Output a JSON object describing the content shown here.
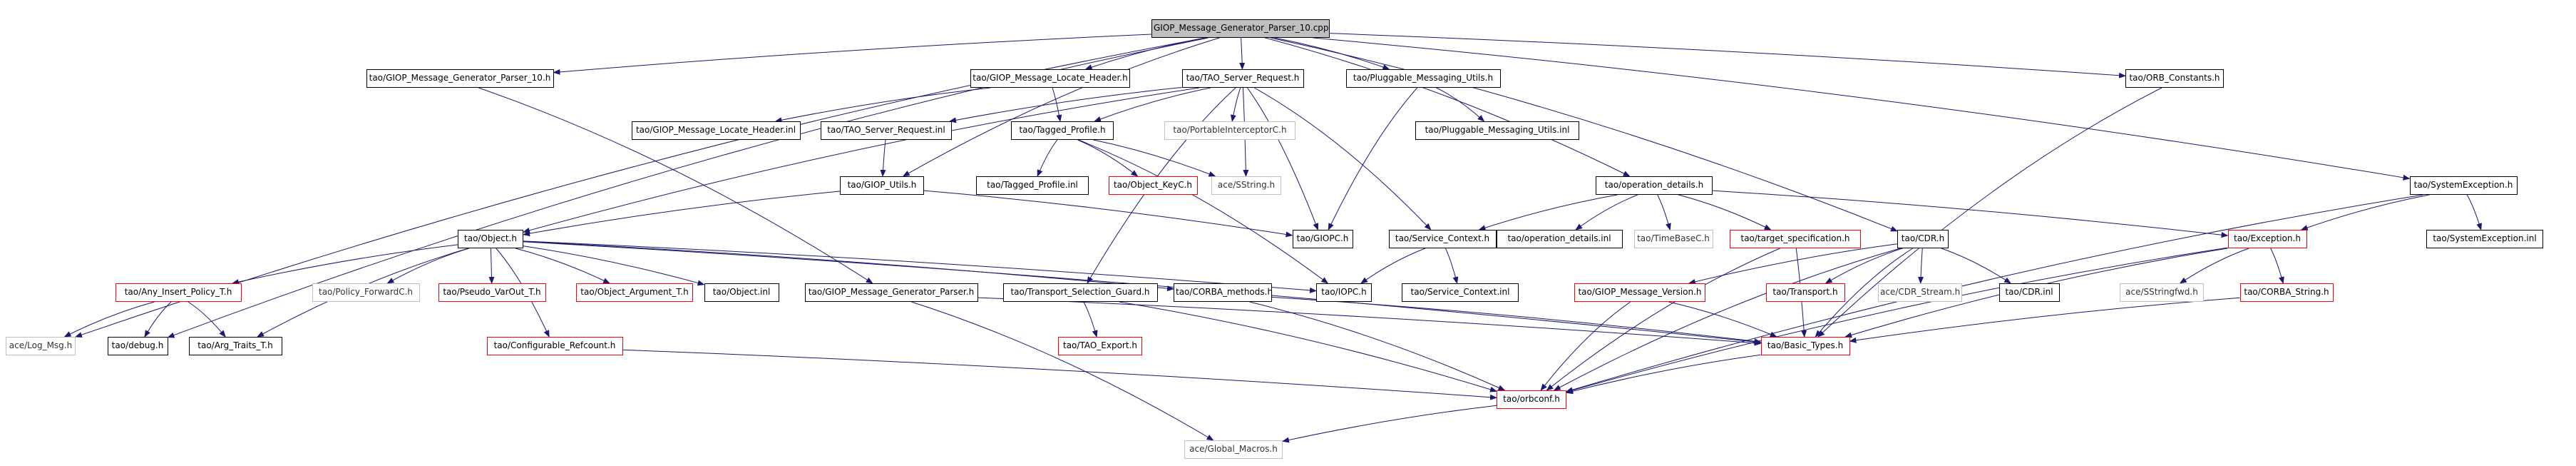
{
  "graph": {
    "colors": {
      "edge": "#191970",
      "border": "#000000",
      "undocumented": "#ff0000",
      "external": "#bfbfbf",
      "root_fill": "#bfbfbf"
    },
    "nodes": [
      {
        "id": "root",
        "label": "GIOP_Message_Generator_Parser_10.cpp",
        "kind": "root"
      },
      {
        "id": "gmgp10h",
        "label": "tao/GIOP_Message_Generator_Parser_10.h",
        "kind": "doc"
      },
      {
        "id": "gmlh",
        "label": "tao/GIOP_Message_Locate_Header.h",
        "kind": "doc"
      },
      {
        "id": "tsrh",
        "label": "tao/TAO_Server_Request.h",
        "kind": "doc"
      },
      {
        "id": "pmuh",
        "label": "tao/Pluggable_Messaging_Utils.h",
        "kind": "doc"
      },
      {
        "id": "orbch",
        "label": "tao/ORB_Constants.h",
        "kind": "doc"
      },
      {
        "id": "gmlhi",
        "label": "tao/GIOP_Message_Locate_Header.inl",
        "kind": "doc"
      },
      {
        "id": "tsri",
        "label": "tao/TAO_Server_Request.inl",
        "kind": "doc"
      },
      {
        "id": "tph",
        "label": "tao/Tagged_Profile.h",
        "kind": "doc"
      },
      {
        "id": "pic",
        "label": "tao/PortableInterceptorC.h",
        "kind": "ext"
      },
      {
        "id": "pmui",
        "label": "tao/Pluggable_Messaging_Utils.inl",
        "kind": "doc"
      },
      {
        "id": "gutilh",
        "label": "tao/GIOP_Utils.h",
        "kind": "doc"
      },
      {
        "id": "tpi",
        "label": "tao/Tagged_Profile.inl",
        "kind": "doc"
      },
      {
        "id": "okch",
        "label": "tao/Object_KeyC.h",
        "kind": "red"
      },
      {
        "id": "sstr",
        "label": "ace/SString.h",
        "kind": "ext"
      },
      {
        "id": "opdh",
        "label": "tao/operation_details.h",
        "kind": "doc"
      },
      {
        "id": "seh",
        "label": "tao/SystemException.h",
        "kind": "doc"
      },
      {
        "id": "objh",
        "label": "tao/Object.h",
        "kind": "doc"
      },
      {
        "id": "giopch",
        "label": "tao/GIOPC.h",
        "kind": "doc"
      },
      {
        "id": "scth",
        "label": "tao/Service_Context.h",
        "kind": "doc"
      },
      {
        "id": "opdi",
        "label": "tao/operation_details.inl",
        "kind": "doc"
      },
      {
        "id": "tbch",
        "label": "tao/TimeBaseC.h",
        "kind": "ext"
      },
      {
        "id": "tgtsp",
        "label": "tao/target_specification.h",
        "kind": "red"
      },
      {
        "id": "cdrh",
        "label": "tao/CDR.h",
        "kind": "doc"
      },
      {
        "id": "exch",
        "label": "tao/Exception.h",
        "kind": "red"
      },
      {
        "id": "sei",
        "label": "tao/SystemException.inl",
        "kind": "doc"
      },
      {
        "id": "aip",
        "label": "tao/Any_Insert_Policy_T.h",
        "kind": "red"
      },
      {
        "id": "pfwd",
        "label": "tao/Policy_ForwardC.h",
        "kind": "ext"
      },
      {
        "id": "pvo",
        "label": "tao/Pseudo_VarOut_T.h",
        "kind": "red"
      },
      {
        "id": "oat",
        "label": "tao/Object_Argument_T.h",
        "kind": "red"
      },
      {
        "id": "obji",
        "label": "tao/Object.inl",
        "kind": "doc"
      },
      {
        "id": "gmgph",
        "label": "tao/GIOP_Message_Generator_Parser.h",
        "kind": "doc"
      },
      {
        "id": "tsg",
        "label": "tao/Transport_Selection_Guard.h",
        "kind": "doc"
      },
      {
        "id": "cmh",
        "label": "tao/CORBA_methods.h",
        "kind": "doc"
      },
      {
        "id": "iiop",
        "label": "tao/IOPC.h",
        "kind": "doc"
      },
      {
        "id": "scti",
        "label": "tao/Service_Context.inl",
        "kind": "doc"
      },
      {
        "id": "gmvh",
        "label": "tao/GIOP_Message_Version.h",
        "kind": "red"
      },
      {
        "id": "trh",
        "label": "tao/Transport.h",
        "kind": "red"
      },
      {
        "id": "cdrs",
        "label": "ace/CDR_Stream.h",
        "kind": "ext"
      },
      {
        "id": "cdri",
        "label": "tao/CDR.inl",
        "kind": "doc"
      },
      {
        "id": "ssfwd",
        "label": "ace/SStringfwd.h",
        "kind": "ext"
      },
      {
        "id": "cstr",
        "label": "tao/CORBA_String.h",
        "kind": "red"
      },
      {
        "id": "alog",
        "label": "ace/Log_Msg.h",
        "kind": "ext"
      },
      {
        "id": "dbg",
        "label": "tao/debug.h",
        "kind": "doc"
      },
      {
        "id": "att",
        "label": "tao/Arg_Traits_T.h",
        "kind": "doc"
      },
      {
        "id": "cref",
        "label": "tao/Configurable_Refcount.h",
        "kind": "red"
      },
      {
        "id": "texp",
        "label": "tao/TAO_Export.h",
        "kind": "red"
      },
      {
        "id": "btyp",
        "label": "tao/Basic_Types.h",
        "kind": "red"
      },
      {
        "id": "orbconf",
        "label": "tao/orbconf.h",
        "kind": "red"
      },
      {
        "id": "gmac",
        "label": "ace/Global_Macros.h",
        "kind": "ext"
      }
    ],
    "edges": [
      [
        "root",
        "gmgp10h"
      ],
      [
        "root",
        "gmlh"
      ],
      [
        "root",
        "tsrh"
      ],
      [
        "root",
        "pmuh"
      ],
      [
        "root",
        "orbch"
      ],
      [
        "root",
        "seh"
      ],
      [
        "root",
        "gutilh"
      ],
      [
        "root",
        "opdh"
      ],
      [
        "root",
        "cdrh"
      ],
      [
        "root",
        "alog"
      ],
      [
        "root",
        "dbg"
      ],
      [
        "gmgp10h",
        "gmgph"
      ],
      [
        "gmlh",
        "gmlhi"
      ],
      [
        "gmlh",
        "tph"
      ],
      [
        "tsrh",
        "tsri"
      ],
      [
        "tsrh",
        "tph"
      ],
      [
        "tsrh",
        "pic"
      ],
      [
        "tsrh",
        "sstr"
      ],
      [
        "tsrh",
        "giopch"
      ],
      [
        "tsrh",
        "objh"
      ],
      [
        "tsrh",
        "scth"
      ],
      [
        "tsrh",
        "tsg"
      ],
      [
        "pmuh",
        "pmui"
      ],
      [
        "pmuh",
        "giopch"
      ],
      [
        "tsri",
        "gutilh"
      ],
      [
        "tph",
        "tpi"
      ],
      [
        "tph",
        "okch"
      ],
      [
        "tph",
        "sstr"
      ],
      [
        "tph",
        "iiop"
      ],
      [
        "gutilh",
        "objh"
      ],
      [
        "gutilh",
        "giopch"
      ],
      [
        "opdh",
        "scth"
      ],
      [
        "opdh",
        "opdi"
      ],
      [
        "opdh",
        "tbch"
      ],
      [
        "opdh",
        "tgtsp"
      ],
      [
        "opdh",
        "exch"
      ],
      [
        "seh",
        "exch"
      ],
      [
        "seh",
        "sei"
      ],
      [
        "seh",
        "orbconf"
      ],
      [
        "objh",
        "aip"
      ],
      [
        "objh",
        "pfwd"
      ],
      [
        "objh",
        "pvo"
      ],
      [
        "objh",
        "oat"
      ],
      [
        "objh",
        "obji"
      ],
      [
        "objh",
        "iiop"
      ],
      [
        "objh",
        "cmh"
      ],
      [
        "objh",
        "att"
      ],
      [
        "objh",
        "cref"
      ],
      [
        "objh",
        "btyp"
      ],
      [
        "scth",
        "scti"
      ],
      [
        "scth",
        "iiop"
      ],
      [
        "tgtsp",
        "btyp"
      ],
      [
        "tgtsp",
        "orbconf"
      ],
      [
        "cdrh",
        "gmvh"
      ],
      [
        "cdrh",
        "trh"
      ],
      [
        "cdrh",
        "cdrs"
      ],
      [
        "cdrh",
        "cdri"
      ],
      [
        "cdrh",
        "btyp"
      ],
      [
        "cdrh",
        "orbconf"
      ],
      [
        "exch",
        "ssfwd"
      ],
      [
        "exch",
        "cstr"
      ],
      [
        "exch",
        "btyp"
      ],
      [
        "exch",
        "orbconf"
      ],
      [
        "aip",
        "alog"
      ],
      [
        "aip",
        "dbg"
      ],
      [
        "aip",
        "att"
      ],
      [
        "gmgph",
        "gmac"
      ],
      [
        "gmgph",
        "btyp"
      ],
      [
        "tsg",
        "texp"
      ],
      [
        "tsg",
        "orbconf"
      ],
      [
        "cmh",
        "btyp"
      ],
      [
        "cmh",
        "orbconf"
      ],
      [
        "gmvh",
        "btyp"
      ],
      [
        "gmvh",
        "orbconf"
      ],
      [
        "cstr",
        "btyp"
      ],
      [
        "cref",
        "orbconf"
      ],
      [
        "btyp",
        "orbconf"
      ],
      [
        "orbconf",
        "gmac"
      ],
      [
        "orbch",
        "btyp"
      ]
    ]
  }
}
